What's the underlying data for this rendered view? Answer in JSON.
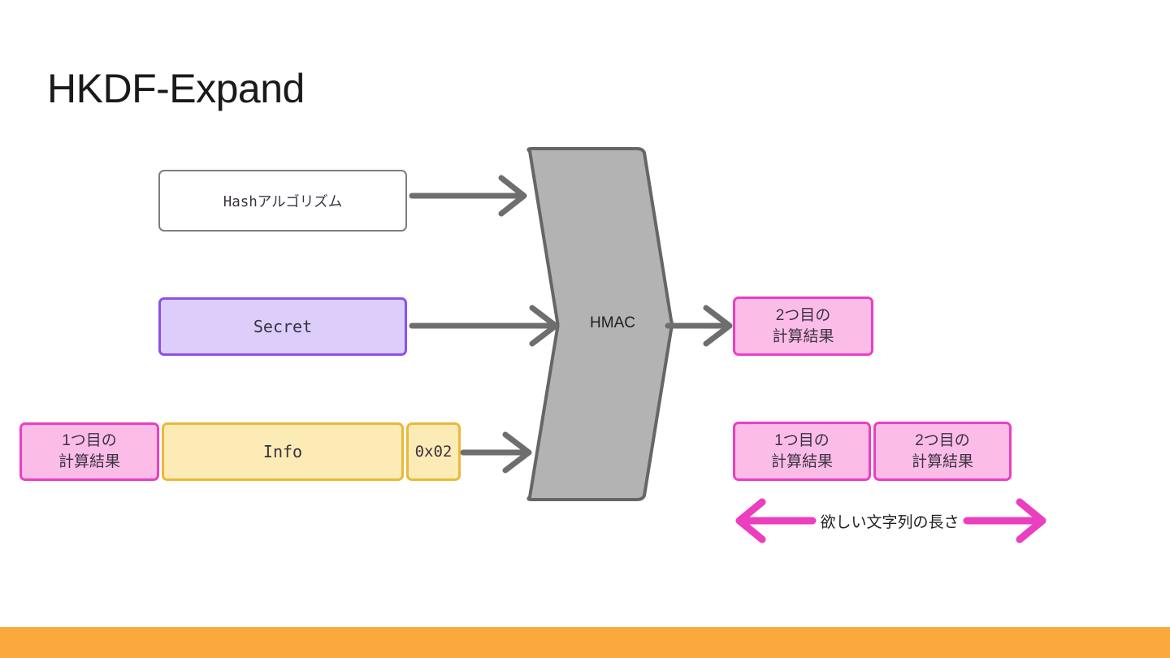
{
  "slide": {
    "title": "HKDF-Expand",
    "background_color": "#ffffff",
    "accent_bar_color": "#FBA83C"
  },
  "inputs": {
    "hash_algorithm": {
      "label": "Hashアルゴリズム",
      "border_color": "#7e7e7e",
      "fill_color": "#ffffff"
    },
    "secret": {
      "label": "Secret",
      "border_color": "#8C52E5",
      "fill_color": "#DDCDFB"
    },
    "previous_result": {
      "label": "1つ目の\n計算結果",
      "border_color": "#EC3FBF",
      "fill_color": "#FBBCE8"
    },
    "info": {
      "label": "Info",
      "border_color": "#E8B93A",
      "fill_color": "#FDEBB5"
    },
    "counter": {
      "label": "0x02",
      "border_color": "#E8B93A",
      "fill_color": "#FDEBB5"
    }
  },
  "processor": {
    "label": "HMAC",
    "fill_color": "#B3B3B3",
    "stroke_color": "#666666"
  },
  "outputs": {
    "second_result": {
      "label": "2つ目の\n計算結果",
      "border_color": "#EC3FBF",
      "fill_color": "#FBBCE8"
    },
    "concatenated": [
      {
        "label": "1つ目の\n計算結果",
        "border_color": "#EC3FBF",
        "fill_color": "#FBBCE8"
      },
      {
        "label": "2つ目の\n計算結果",
        "border_color": "#EC3FBF",
        "fill_color": "#FBBCE8"
      }
    ],
    "length_annotation": {
      "label": "欲しい文字列の長さ",
      "arrow_color": "#EC3FBF"
    }
  },
  "connectors": {
    "arrow_color": "#6E6E6E",
    "items": [
      {
        "name": "hash-to-hmac",
        "from": "hash_algorithm",
        "to": "hmac"
      },
      {
        "name": "secret-to-hmac",
        "from": "secret",
        "to": "hmac"
      },
      {
        "name": "info-to-hmac",
        "from": "counter",
        "to": "hmac"
      },
      {
        "name": "hmac-to-second-result",
        "from": "hmac",
        "to": "second_result"
      }
    ]
  }
}
